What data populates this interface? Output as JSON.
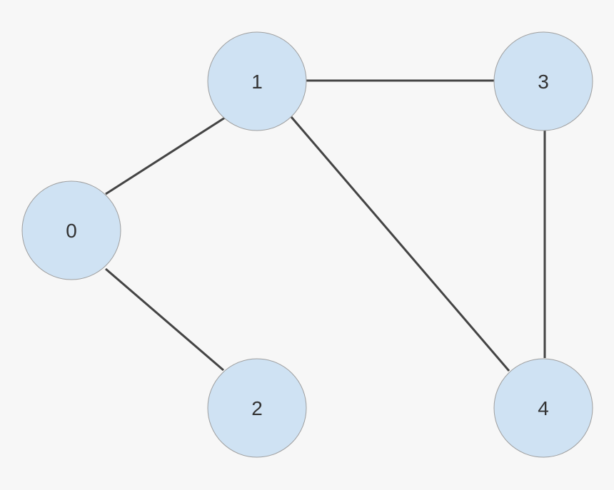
{
  "diagram": {
    "type": "undirected-graph",
    "colors": {
      "background": "#f7f7f7",
      "node_fill": "#cfe2f3",
      "node_stroke": "#9e9e9e",
      "edge": "#444444",
      "label": "#333333"
    },
    "nodes": [
      {
        "id": "0",
        "label": "0"
      },
      {
        "id": "1",
        "label": "1"
      },
      {
        "id": "2",
        "label": "2"
      },
      {
        "id": "3",
        "label": "3"
      },
      {
        "id": "4",
        "label": "4"
      }
    ],
    "edges": [
      {
        "from": "0",
        "to": "1"
      },
      {
        "from": "0",
        "to": "2"
      },
      {
        "from": "1",
        "to": "3"
      },
      {
        "from": "1",
        "to": "4"
      },
      {
        "from": "3",
        "to": "4"
      }
    ]
  }
}
